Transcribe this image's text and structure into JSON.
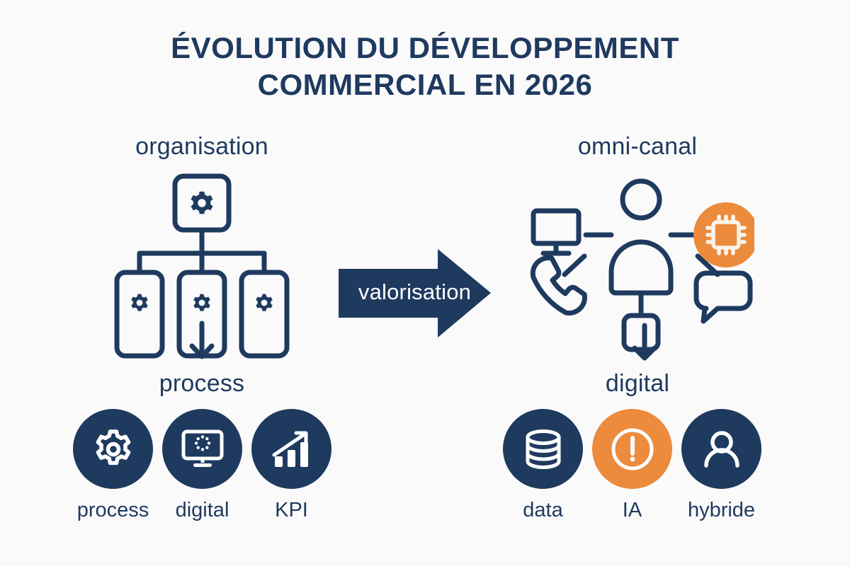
{
  "title": {
    "line1": "ÉVOLUTION DU DÉVELOPPEMENT",
    "line2": "COMMERCIAL EN 2026"
  },
  "colors": {
    "background": "#fafafa",
    "navy": "#1f3a5f",
    "orange": "#ec8b3c",
    "white": "#ffffff"
  },
  "left": {
    "heading": "organisation",
    "diagram": {
      "name": "org-chart",
      "top_node_icon": "gear-icon",
      "child_node_icons": [
        "gear-icon",
        "gear-icon",
        "gear-icon"
      ],
      "child_count": 3,
      "flow_arrow": "arrow-down-icon"
    },
    "sub_heading": "process",
    "items": [
      {
        "label": "process",
        "icon": "gear-icon",
        "badge_color": "#1f3a5f"
      },
      {
        "label": "digital",
        "icon": "monitor-loading-icon",
        "badge_color": "#1f3a5f"
      },
      {
        "label": "KPI",
        "icon": "bar-chart-growth-icon",
        "badge_color": "#1f3a5f"
      }
    ]
  },
  "connector": {
    "label": "valorisation",
    "icon": "arrow-right-icon",
    "color": "#1f3a5f"
  },
  "right": {
    "heading": "omni-canal",
    "diagram": {
      "name": "omni-channel-hub",
      "center_icon": "person-icon",
      "nodes": [
        {
          "icon": "monitor-icon",
          "position": "left",
          "style": "outline"
        },
        {
          "icon": "chip-icon",
          "position": "right",
          "style": "filled-orange"
        },
        {
          "icon": "phone-icon",
          "position": "bottom-left",
          "style": "outline"
        },
        {
          "icon": "chat-bubble-icon",
          "position": "bottom-right",
          "style": "outline"
        },
        {
          "icon": "square-icon",
          "position": "bottom",
          "style": "outline"
        }
      ],
      "flow_arrow": "arrow-down-icon"
    },
    "sub_heading": "digital",
    "items": [
      {
        "label": "data",
        "icon": "database-icon",
        "badge_color": "#1f3a5f"
      },
      {
        "label": "IA",
        "icon": "alert-circle-icon",
        "badge_color": "#ec8b3c"
      },
      {
        "label": "hybride",
        "icon": "user-avatar-icon",
        "badge_color": "#1f3a5f"
      }
    ]
  }
}
